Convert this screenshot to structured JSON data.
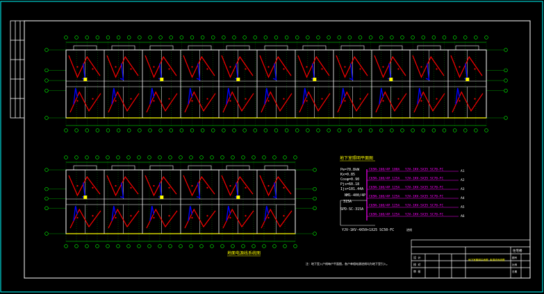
{
  "drawing": {
    "plan_title": "地下室照明平面图",
    "bottom_caption": "地面电源线系统图",
    "note": "注：地下室入户线每户平面图，各户单相电源进线均为地下室引入。",
    "load_calc": [
      "Pe=70.8kW",
      "Kx=0.85",
      "Cosφ=0.90",
      "Pjs=60.18",
      "Ijs=101.44A"
    ],
    "incoming_line": "YJV-1KV-4X50+1X25 SC50-FC",
    "breaker_label": "NM1-400/4P",
    "breaker_rating": "315A",
    "spd_label": "SPD-SC-315A",
    "circuits": [
      {
        "breaker": "C65N-160/4P 100A",
        "cable": "YJV-1KV-5X35 SC70-FC",
        "id": "A1"
      },
      {
        "breaker": "C65N-160/4P 125A",
        "cable": "YJV-1KV-5X35 SC70-FC",
        "id": "A2"
      },
      {
        "breaker": "C65N-160/4P 125A",
        "cable": "YJV-1KV-5X35 SC70-FC",
        "id": "A3"
      },
      {
        "breaker": "C65N-160/4P 125A",
        "cable": "YJV-1KV-5X35 SC70-FC",
        "id": "A4"
      },
      {
        "breaker": "C65N-160/4P 125A",
        "cable": "YJV-1KV-5X35 SC70-FC",
        "id": "A5"
      },
      {
        "breaker": "C65N-160/4P 125A",
        "cable": "YJV-1KV-5X35 SC70-FC",
        "id": "A6"
      }
    ],
    "title_block": {
      "project": "住宅楼",
      "drawing_name": "地下室照明平面图 电源线系统图",
      "rows": [
        "设 计",
        "校 对",
        "审 核"
      ],
      "labels": [
        "图号",
        "比例",
        "日期"
      ]
    },
    "colors": {
      "frame": "#00ffff",
      "wall": "#ffffff",
      "axis": "#00ff00",
      "circuit_red": "#ff0000",
      "circuit_blue": "#0000ff",
      "panel_yellow": "#ffff00",
      "text_magenta": "#ff00ff",
      "text_yellow": "#ffff00"
    }
  }
}
